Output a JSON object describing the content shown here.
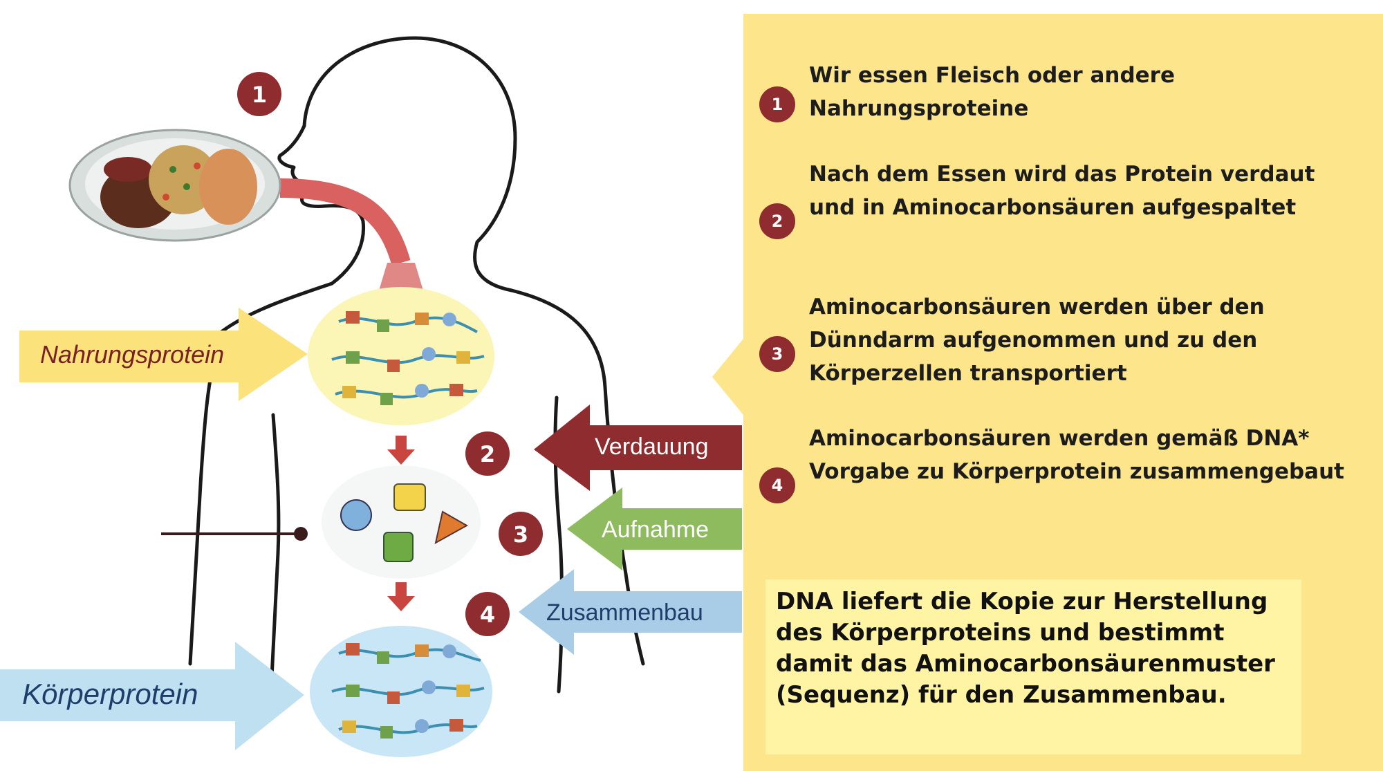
{
  "colors": {
    "maroon": "#8e2c2f",
    "panel": "#fce58a",
    "dna_box": "#fff4a3",
    "yellow_arrow": "#fbe27a",
    "blue_arrow": "#bfe0f1",
    "green_arrow": "#8fbb5f",
    "light_blue_arrow": "#a9cde6",
    "food_pipe": "#d9615f"
  },
  "icons": {
    "body": "human-silhouette-outline",
    "plate": "food-plate",
    "protein_chain": "amino-acid-chain",
    "amino_acids": "amino-acid-characters"
  },
  "diagram": {
    "step_markers": [
      "1",
      "2",
      "3",
      "4"
    ],
    "arrows": {
      "nahrungsprotein": "Nahrungsprotein",
      "koerperprotein": "Körperprotein",
      "verdauung": "Verdauung",
      "aufnahme": "Aufnahme",
      "zusammenbau": "Zusammenbau"
    }
  },
  "steps": [
    {
      "num": "1",
      "text": "Wir essen Fleisch oder andere Nahrungsproteine"
    },
    {
      "num": "2",
      "text": "Nach dem Essen wird das Protein verdaut und in Aminocarbonsäuren aufgespaltet"
    },
    {
      "num": "3",
      "text": "Aminocarbonsäuren werden über den Dünndarm aufgenommen und zu den Körperzellen transportiert"
    },
    {
      "num": "4",
      "text": "Aminocarbonsäuren werden gemäß DNA* Vorgabe zu Körperprotein zusammengebaut"
    }
  ],
  "dna_note": "DNA liefert die Kopie zur Herstellung des Körperproteins und bestimmt damit das Aminocarbonsäurenmuster (Sequenz) für den Zusammenbau."
}
